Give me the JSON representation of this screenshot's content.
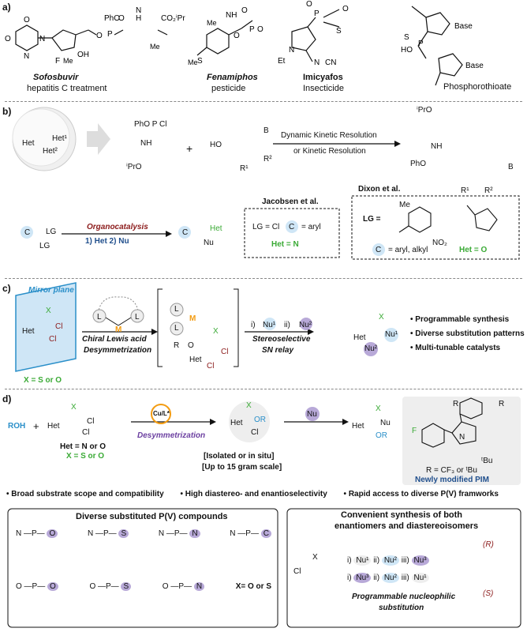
{
  "panel_labels": [
    "a)",
    "b)",
    "c)",
    "d)"
  ],
  "colors": {
    "blue": "#2a8fc9",
    "green": "#3aaa35",
    "orange": "#f39c12",
    "lavender": "#b8a9d8",
    "lightblue": "#cfe6f6",
    "darkred": "#8b1a1a",
    "purple": "#6b3fa0",
    "navy": "#1f4e8c"
  },
  "panel_a": {
    "molecules": [
      {
        "name": "Sofosbuvir",
        "desc": "hepatitis C treatment"
      },
      {
        "name": "Fenamiphos",
        "desc": "pesticide"
      },
      {
        "name": "Imicyafos",
        "desc": "Insecticide"
      },
      {
        "name": "",
        "desc": "Phosphorothioate"
      }
    ],
    "atoms": {
      "pho": "PhO",
      "n": "N",
      "h": "H",
      "p": "P",
      "o": "O",
      "co2ipr": "CO₂ⁱPr",
      "f": "F",
      "me": "Me",
      "oh": "OH",
      "base": "Base",
      "s": "S",
      "et": "Et",
      "cn": "CN",
      "nh": "NH",
      "ho": "HO",
      "ms": "Me"
    }
  },
  "panel_b": {
    "het": "Het",
    "het1": "Het¹",
    "het2": "Het²",
    "reagent_pcl": "PhO P Cl",
    "nh": "NH",
    "ipro": "ⁱPrO",
    "plus": "+",
    "sugar_b": "B",
    "sugar_ho": "HO",
    "r1": "R¹",
    "r2": "R²",
    "arrow_top": "Dynamic Kinetic Resolution",
    "arrow_bottom": "or Kinetic Resolution",
    "prod_ipro": "ⁱPrO",
    "prod_pho": "PhO",
    "prod_nh": "NH",
    "c": "C",
    "lg": "LG",
    "organo_title": "Organocatalysis",
    "organo_steps": "1) Het     2) Nu",
    "prod_het": "Het",
    "prod_nu": "Nu",
    "jacobsen": {
      "title": "Jacobsen et al.",
      "lg": "LG = Cl",
      "c": "= aryl",
      "het": "Het = N"
    },
    "dixon": {
      "title": "Dixon et al.",
      "lg": "LG =",
      "me": "Me",
      "no2": "NO₂",
      "c": "= aryl, alkyl",
      "het": "Het = O"
    }
  },
  "panel_c": {
    "mirror": "Mirror plane",
    "x": "X",
    "het": "Het",
    "cl": "Cl",
    "xso": "X = S or O",
    "catalyst_l": "L",
    "catalyst_m": "M",
    "arrow_top": "Chiral Lewis acid",
    "arrow_bottom": "Desymmetrization",
    "ts_r": "R",
    "ts_o": "O",
    "relay_i": "i)",
    "relay_ii": "ii)",
    "nu1": "Nu¹",
    "nu2": "Nu²",
    "relay_top": "Stereoselective",
    "relay_bottom": "SN relay",
    "bullets": [
      "Programmable synthesis",
      "Diverse substitution patterns",
      "Multi-tunable catalysts"
    ]
  },
  "panel_d": {
    "roh": "ROH",
    "plus": "+",
    "het": "Het",
    "x": "X",
    "cl": "Cl",
    "cond1": "Het = N or O",
    "cond2": "X = S or O",
    "cat": "Cu/L*",
    "desym": "Desymmetrization",
    "iso1": "[Isolated or in situ]",
    "iso2": "[Up to 15 gram scale]",
    "or": "OR",
    "nu": "Nu",
    "pim_r": "R",
    "pim_f": "F",
    "pim_n": "N",
    "pim_tbu": "ᵗBu",
    "pim_rdef": "R = CF₃ or ᵗBu",
    "pim_name": "Newly modified PIM",
    "features": [
      "Broad substrate scope and compatibility",
      "High diastereo- and enantioselectivity",
      "Rapid access to diverse P(V) framworks"
    ],
    "box1": {
      "title": "Diverse substituted P(V) compounds",
      "note": "X= O or S",
      "top": [
        {
          "a": "N",
          "b": "O"
        },
        {
          "a": "N",
          "b": "S"
        },
        {
          "a": "N",
          "b": "N"
        },
        {
          "a": "N",
          "b": "C"
        }
      ],
      "bottom": [
        {
          "a": "O",
          "b": "O"
        },
        {
          "a": "O",
          "b": "S"
        },
        {
          "a": "O",
          "b": "N"
        }
      ]
    },
    "box2": {
      "title1": "Convenient synthesis of both",
      "title2": "enantiomers and diastereoisomers",
      "row1": [
        "i)",
        "Nu¹",
        "ii)",
        "Nu²",
        "iii)",
        "Nu³"
      ],
      "row2": [
        "i)",
        "Nu³",
        "ii)",
        "Nu²",
        "iii)",
        "Nu¹"
      ],
      "caption1": "Programmable nucleophilic",
      "caption2": "substitution",
      "r": "(R)",
      "s": "(S)",
      "cl": "Cl",
      "x": "X"
    }
  }
}
